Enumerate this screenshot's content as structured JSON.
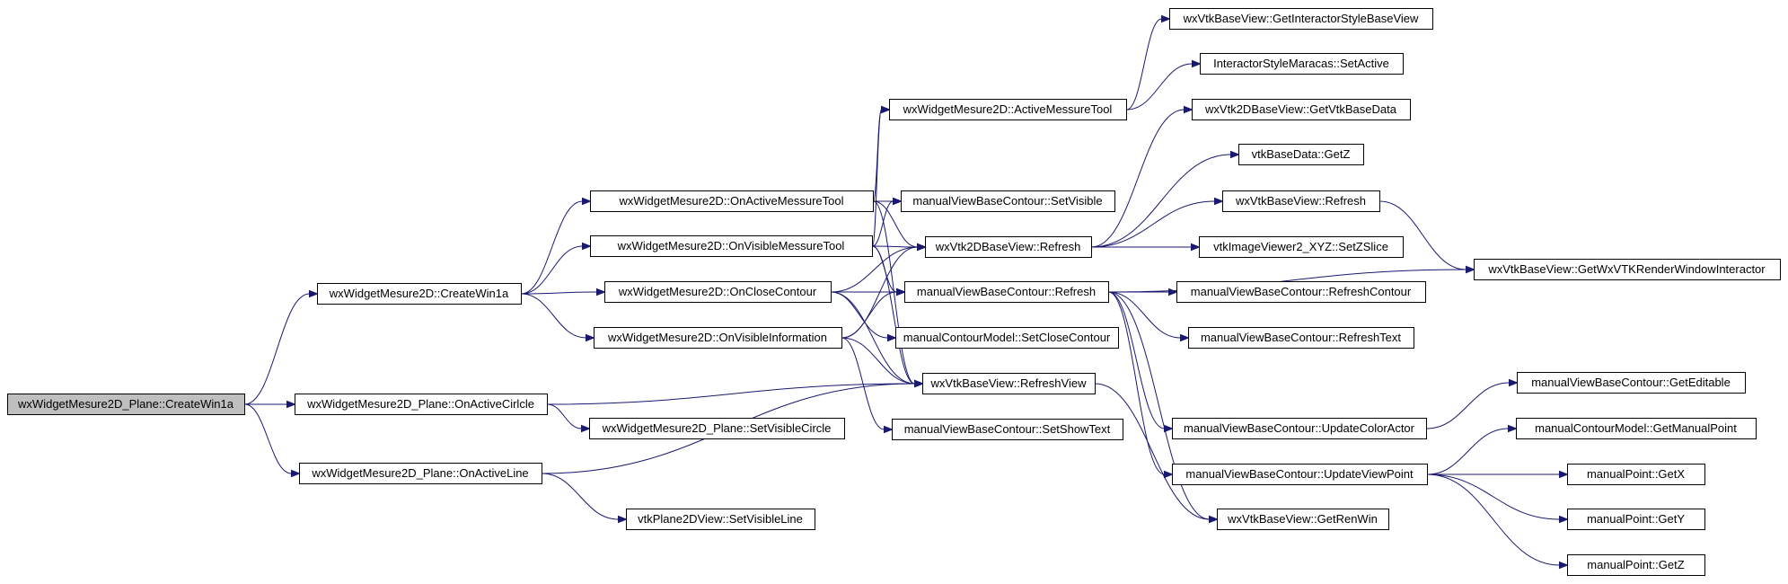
{
  "diagram": {
    "type": "call-graph",
    "edge_color": "#191970",
    "root_fill": "#bfbfbf",
    "node_fill": "#ffffff",
    "nodes": [
      {
        "id": "root",
        "label": "wxWidgetMesure2D_Plane::CreateWin1a",
        "root": true
      },
      {
        "id": "createWin1a",
        "label": "wxWidgetMesure2D::CreateWin1a"
      },
      {
        "id": "onActiveCirlcle",
        "label": "wxWidgetMesure2D_Plane::OnActiveCirlcle"
      },
      {
        "id": "onActiveLine",
        "label": "wxWidgetMesure2D_Plane::OnActiveLine"
      },
      {
        "id": "onActiveMessureTool",
        "label": "wxWidgetMesure2D::OnActiveMessureTool"
      },
      {
        "id": "onVisibleMessureTool",
        "label": "wxWidgetMesure2D::OnVisibleMessureTool"
      },
      {
        "id": "onCloseContour",
        "label": "wxWidgetMesure2D::OnCloseContour"
      },
      {
        "id": "onVisibleInformation",
        "label": "wxWidgetMesure2D::OnVisibleInformation"
      },
      {
        "id": "setVisibleCircle",
        "label": "wxWidgetMesure2D_Plane::SetVisibleCircle"
      },
      {
        "id": "setVisibleLine",
        "label": "vtkPlane2DView::SetVisibleLine"
      },
      {
        "id": "activeMessureTool",
        "label": "wxWidgetMesure2D::ActiveMessureTool"
      },
      {
        "id": "mvbcSetVisible",
        "label": "manualViewBaseContour::SetVisible"
      },
      {
        "id": "vtk2dRefresh",
        "label": "wxVtk2DBaseView::Refresh"
      },
      {
        "id": "mvbcRefresh",
        "label": "manualViewBaseContour::Refresh"
      },
      {
        "id": "setCloseContour",
        "label": "manualContourModel::SetCloseContour"
      },
      {
        "id": "refreshView",
        "label": "wxVtkBaseView::RefreshView"
      },
      {
        "id": "setShowText",
        "label": "manualViewBaseContour::SetShowText"
      },
      {
        "id": "getInteractorStyleBaseView",
        "label": "wxVtkBaseView::GetInteractorStyleBaseView"
      },
      {
        "id": "ismSetActive",
        "label": "InteractorStyleMaracas::SetActive"
      },
      {
        "id": "getVtkBaseData",
        "label": "wxVtk2DBaseView::GetVtkBaseData"
      },
      {
        "id": "getZ",
        "label": "vtkBaseData::GetZ"
      },
      {
        "id": "vtkBaseRefresh",
        "label": "wxVtkBaseView::Refresh"
      },
      {
        "id": "setZSlice",
        "label": "vtkImageViewer2_XYZ::SetZSlice"
      },
      {
        "id": "refreshContour",
        "label": "manualViewBaseContour::RefreshContour"
      },
      {
        "id": "refreshText",
        "label": "manualViewBaseContour::RefreshText"
      },
      {
        "id": "updateColorActor",
        "label": "manualViewBaseContour::UpdateColorActor"
      },
      {
        "id": "updateViewPoint",
        "label": "manualViewBaseContour::UpdateViewPoint"
      },
      {
        "id": "getRenWin",
        "label": "wxVtkBaseView::GetRenWin"
      },
      {
        "id": "getWxVTKRenderWindowInteractor",
        "label": "wxVtkBaseView::GetWxVTKRenderWindowInteractor"
      },
      {
        "id": "getEditable",
        "label": "manualViewBaseContour::GetEditable"
      },
      {
        "id": "getManualPoint",
        "label": "manualContourModel::GetManualPoint"
      },
      {
        "id": "getX",
        "label": "manualPoint::GetX"
      },
      {
        "id": "getY",
        "label": "manualPoint::GetY"
      },
      {
        "id": "pointGetZ",
        "label": "manualPoint::GetZ"
      }
    ],
    "edges": [
      [
        "root",
        "createWin1a"
      ],
      [
        "root",
        "onActiveCirlcle"
      ],
      [
        "root",
        "onActiveLine"
      ],
      [
        "createWin1a",
        "onActiveMessureTool"
      ],
      [
        "createWin1a",
        "onVisibleMessureTool"
      ],
      [
        "createWin1a",
        "onCloseContour"
      ],
      [
        "createWin1a",
        "onVisibleInformation"
      ],
      [
        "onActiveCirlcle",
        "refreshView"
      ],
      [
        "onActiveCirlcle",
        "setVisibleCircle"
      ],
      [
        "onActiveLine",
        "refreshView"
      ],
      [
        "onActiveLine",
        "setVisibleLine"
      ],
      [
        "onActiveMessureTool",
        "activeMessureTool"
      ],
      [
        "onActiveMessureTool",
        "mvbcSetVisible"
      ],
      [
        "onActiveMessureTool",
        "vtk2dRefresh"
      ],
      [
        "onActiveMessureTool",
        "refreshView"
      ],
      [
        "onVisibleMessureTool",
        "activeMessureTool"
      ],
      [
        "onVisibleMessureTool",
        "mvbcSetVisible"
      ],
      [
        "onVisibleMessureTool",
        "vtk2dRefresh"
      ],
      [
        "onVisibleMessureTool",
        "mvbcRefresh"
      ],
      [
        "onVisibleMessureTool",
        "refreshView"
      ],
      [
        "onCloseContour",
        "vtk2dRefresh"
      ],
      [
        "onCloseContour",
        "mvbcRefresh"
      ],
      [
        "onCloseContour",
        "setCloseContour"
      ],
      [
        "onCloseContour",
        "refreshView"
      ],
      [
        "onVisibleInformation",
        "vtk2dRefresh"
      ],
      [
        "onVisibleInformation",
        "mvbcRefresh"
      ],
      [
        "onVisibleInformation",
        "refreshView"
      ],
      [
        "onVisibleInformation",
        "setShowText"
      ],
      [
        "activeMessureTool",
        "getInteractorStyleBaseView"
      ],
      [
        "activeMessureTool",
        "ismSetActive"
      ],
      [
        "vtk2dRefresh",
        "getVtkBaseData"
      ],
      [
        "vtk2dRefresh",
        "getZ"
      ],
      [
        "vtk2dRefresh",
        "vtkBaseRefresh"
      ],
      [
        "vtk2dRefresh",
        "setZSlice"
      ],
      [
        "mvbcRefresh",
        "refreshContour"
      ],
      [
        "mvbcRefresh",
        "refreshText"
      ],
      [
        "mvbcRefresh",
        "getWxVTKRenderWindowInteractor"
      ],
      [
        "mvbcRefresh",
        "updateColorActor"
      ],
      [
        "mvbcRefresh",
        "updateViewPoint"
      ],
      [
        "mvbcRefresh",
        "getRenWin"
      ],
      [
        "vtkBaseRefresh",
        "getWxVTKRenderWindowInteractor"
      ],
      [
        "refreshView",
        "getRenWin"
      ],
      [
        "updateColorActor",
        "getEditable"
      ],
      [
        "updateViewPoint",
        "getManualPoint"
      ],
      [
        "updateViewPoint",
        "getX"
      ],
      [
        "updateViewPoint",
        "getY"
      ],
      [
        "updateViewPoint",
        "pointGetZ"
      ]
    ]
  }
}
